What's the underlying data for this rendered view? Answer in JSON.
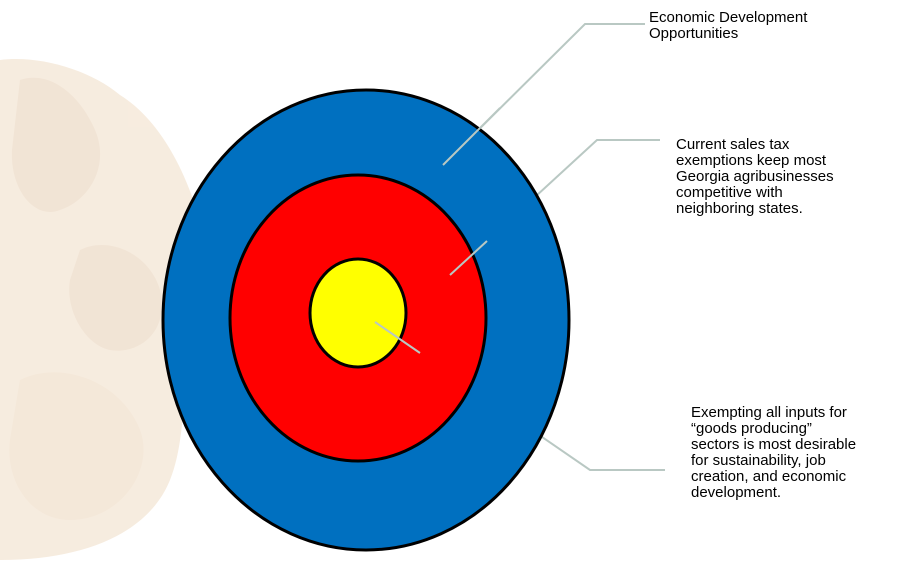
{
  "colors": {
    "outer_ring": "#0070c0",
    "middle_ring": "#ff0000",
    "center": "#ffff00",
    "ring_stroke": "#000000",
    "leader_line": "#b9c8c3",
    "background_food": "#e8c9a4"
  },
  "annotations": {
    "outer_ring": "Economic Development\nOpportunities",
    "middle_ring": "Current sales tax\nexemptions keep  most\nGeorgia agribusinesses\ncompetitive with\nneighboring states.",
    "center": "Exempting all inputs for\n“goods producing”\nsectors is most desirable\nfor sustainability, job\ncreation, and economic\ndevelopment."
  }
}
